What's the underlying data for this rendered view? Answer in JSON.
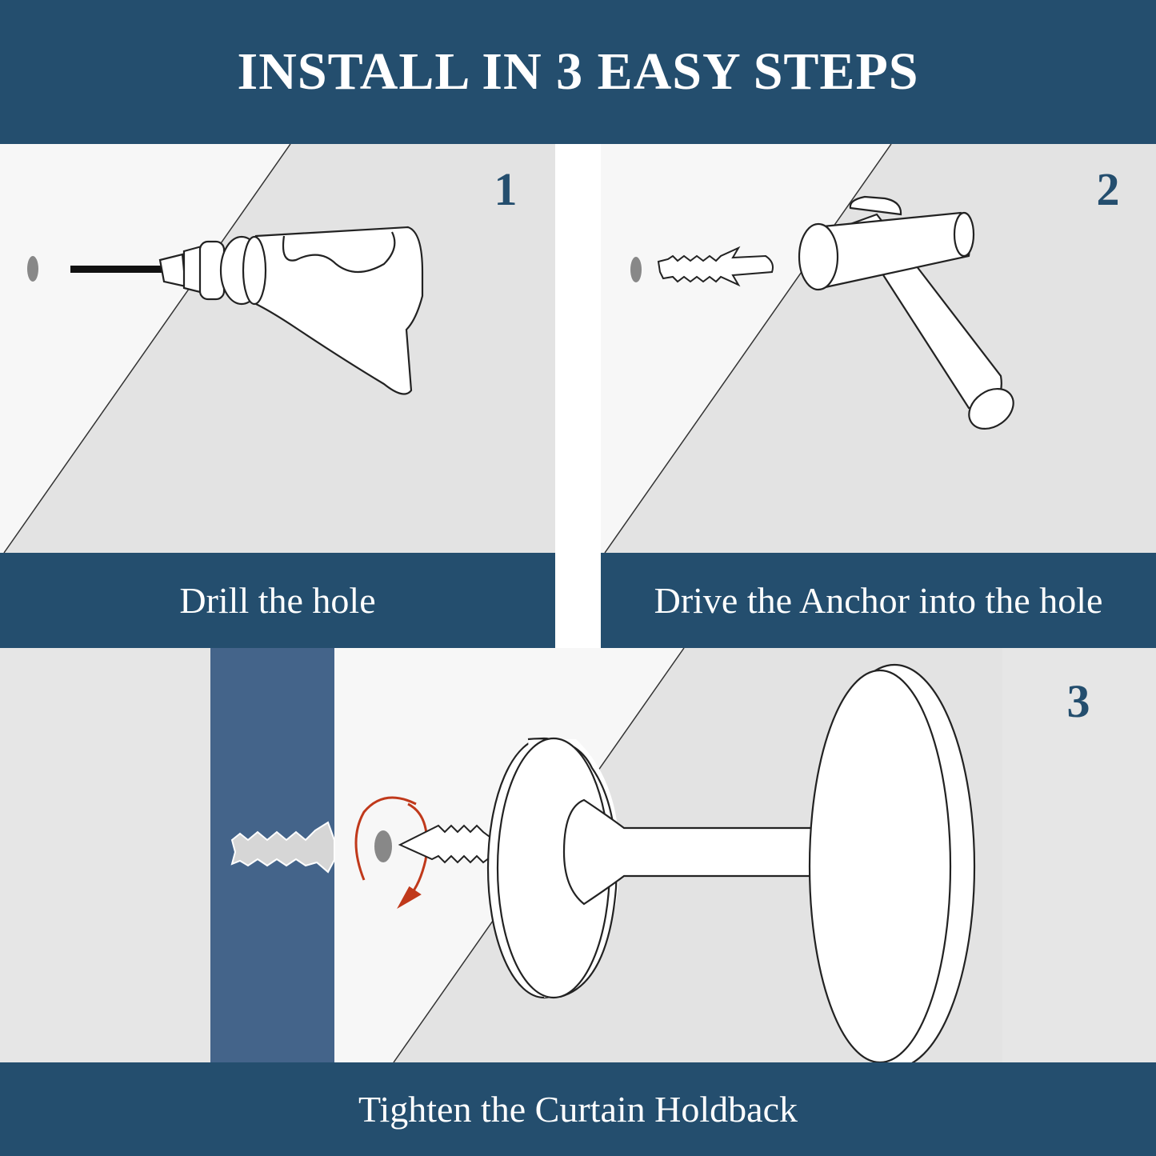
{
  "header": {
    "title": "INSTALL IN 3 EASY STEPS"
  },
  "steps": [
    {
      "number": "1",
      "caption": "Drill the hole"
    },
    {
      "number": "2",
      "caption": "Drive the Anchor into the hole"
    },
    {
      "number": "3",
      "caption": "Tighten the Curtain Holdback"
    }
  ],
  "colors": {
    "band": "#244e6e",
    "wall_stripe": "#44648a",
    "wall": "#e6e6e6",
    "arrow": "#c0391b"
  },
  "icons": [
    "drill-icon",
    "anchor-icon",
    "hammer-icon",
    "screw-icon",
    "rotate-arrow-icon",
    "holdback-knob-icon"
  ]
}
